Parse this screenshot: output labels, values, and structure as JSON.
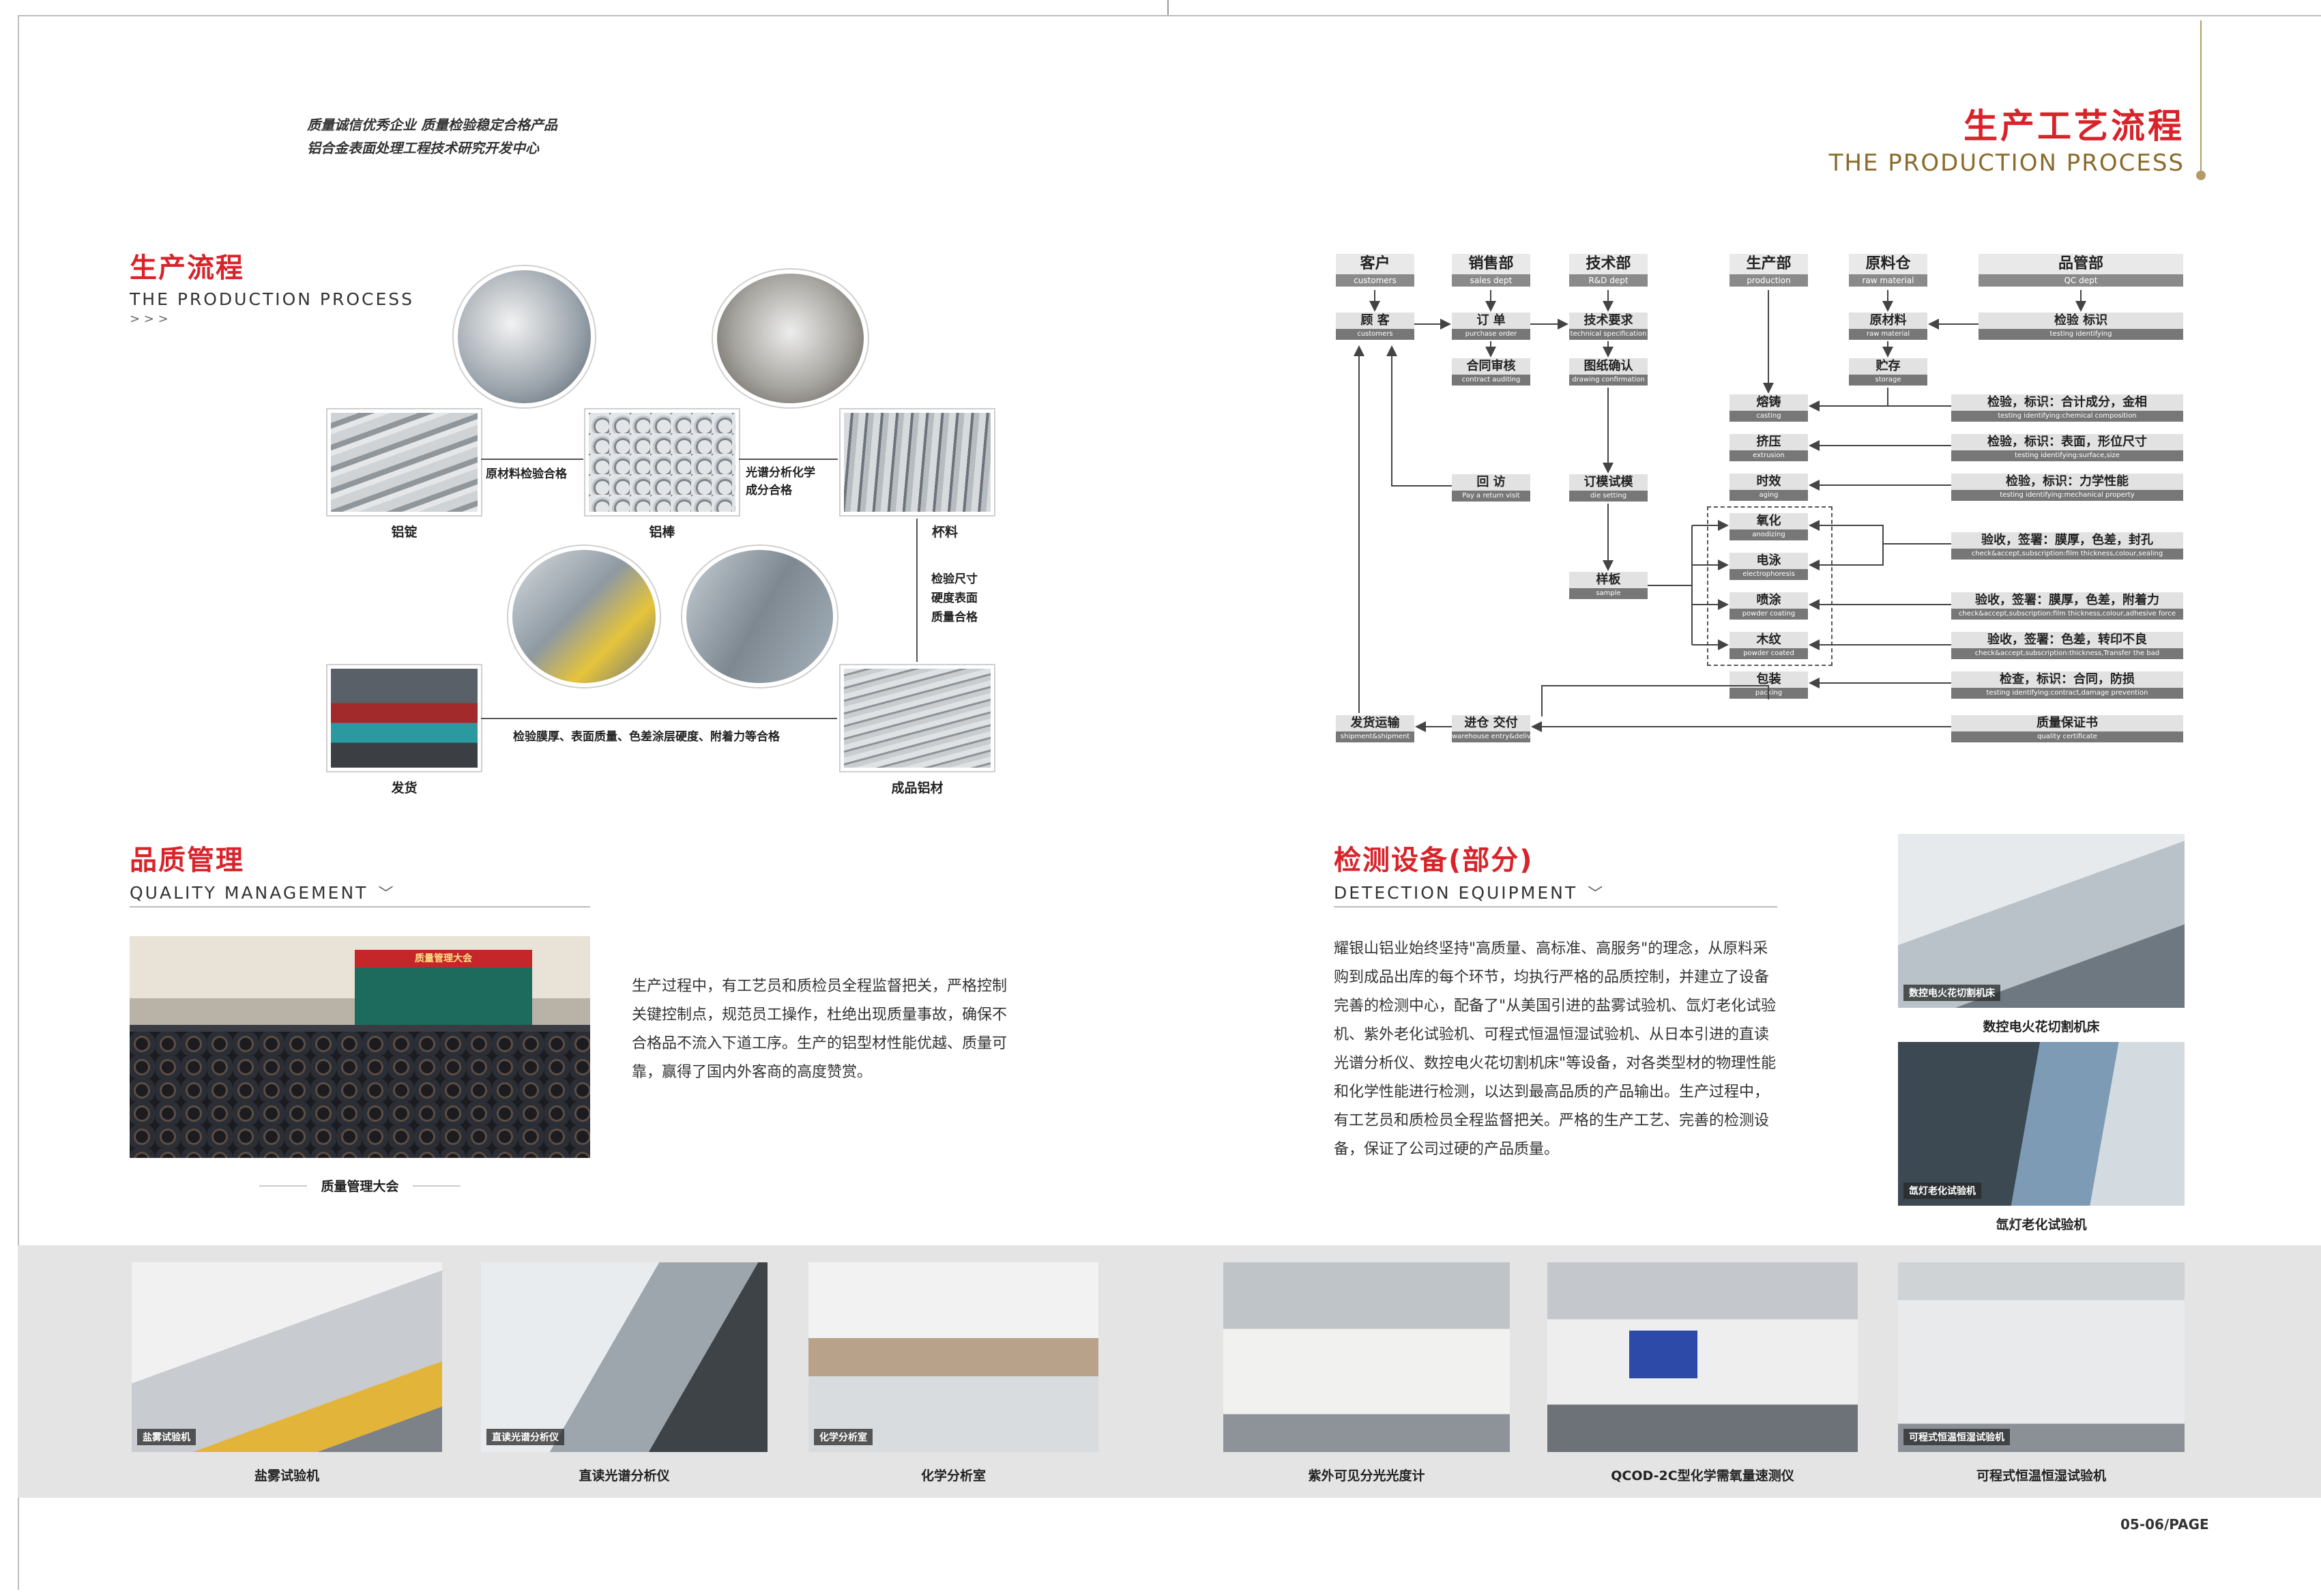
{
  "slogan": {
    "line1": "质量诚信优秀企业  质量检验稳定合格产品",
    "line2": "铝合金表面处理工程技术研究开发中心"
  },
  "page_header": {
    "cn": "生产工艺流程",
    "en": "THE PRODUCTION PROCESS"
  },
  "production": {
    "title_cn": "生产流程",
    "title_en": "THE PRODUCTION PROCESS",
    "chevrons": "> > >",
    "captions": {
      "ingot": "铝锭",
      "rod": "铝棒",
      "stock": "杯料",
      "shipping": "发货",
      "finished": "成品铝材"
    },
    "labels": {
      "raw_check": "原材料检验合格",
      "spectro_l1": "光谱分析化学",
      "spectro_l2": "成分合格",
      "dim_l1": "检验尺寸",
      "dim_l2": "硬度表面",
      "dim_l3": "质量合格",
      "final_check": "检验膜厚、表面质量、色差涂层硬度、附着力等合格"
    }
  },
  "quality": {
    "title_cn": "品质管理",
    "title_en": "QUALITY MANAGEMENT",
    "chevron": "﹀",
    "photo_caption": "质量管理大会",
    "banner": "质量管理大会",
    "paragraph": "生产过程中，有工艺员和质检员全程监督把关，严格控制关键控制点，规范员工操作，杜绝出现质量事故，确保不合格品不流入下道工序。生产的铝型材性能优越、质量可靠，赢得了国内外客商的高度赞赏。"
  },
  "detection": {
    "title_cn": "检测设备(部分)",
    "title_en": "DETECTION EQUIPMENT",
    "chevron": "﹀",
    "paragraph": "耀银山铝业始终坚持\"高质量、高标准、高服务\"的理念，从原料采购到成品出库的每个环节，均执行严格的品质控制，并建立了设备完善的检测中心，配备了\"从美国引进的盐雾试验机、氙灯老化试验机、紫外老化试验机、可程式恒温恒湿试验机、从日本引进的直读光谱分析仪、数控电火花切割机床\"等设备，对各类型材的物理性能和化学性能进行检测，以达到最高品质的产品输出。生产过程中，有工艺员和质检员全程监督把关。严格的生产工艺、完善的检测设备，保证了公司过硬的产品质量。",
    "side": [
      {
        "tag": "数控电火花切割机床",
        "caption": "数控电火花切割机床"
      },
      {
        "tag": "氙灯老化试验机",
        "caption": "氙灯老化试验机"
      }
    ]
  },
  "flow": {
    "depts": [
      {
        "cn": "客户",
        "en": "customers"
      },
      {
        "cn": "销售部",
        "en": "sales dept"
      },
      {
        "cn": "技术部",
        "en": "R&D dept"
      },
      {
        "cn": "生产部",
        "en": "production"
      },
      {
        "cn": "原料仓",
        "en": "raw material"
      },
      {
        "cn": "品管部",
        "en": "QC dept"
      }
    ],
    "nodes": {
      "customer": {
        "cn": "顾 客",
        "en": "customers"
      },
      "order": {
        "cn": "订 单",
        "en": "purchase order"
      },
      "contract": {
        "cn": "合同审核",
        "en": "contract auditing"
      },
      "tech": {
        "cn": "技术要求",
        "en": "technical specification"
      },
      "drawing": {
        "cn": "图纸确认",
        "en": "drawing confirmation"
      },
      "die": {
        "cn": "订模试模",
        "en": "die setting"
      },
      "sample": {
        "cn": "样板",
        "en": "sample"
      },
      "return": {
        "cn": "回 访",
        "en": "Pay a return visit"
      },
      "raw": {
        "cn": "原材料",
        "en": "raw material"
      },
      "storage": {
        "cn": "贮存",
        "en": "storage"
      },
      "qc_id": {
        "cn": "检验 标识",
        "en": "testing identifying"
      },
      "casting": {
        "cn": "熔铸",
        "en": "casting"
      },
      "extrusion": {
        "cn": "挤压",
        "en": "extrusion"
      },
      "aging": {
        "cn": "时效",
        "en": "aging"
      },
      "anodizing": {
        "cn": "氧化",
        "en": "anodizing"
      },
      "electro": {
        "cn": "电泳",
        "en": "electrophoresis"
      },
      "powder": {
        "cn": "喷涂",
        "en": "powder coating"
      },
      "wood": {
        "cn": "木纹",
        "en": "powder coated"
      },
      "packing": {
        "cn": "包装",
        "en": "packing"
      },
      "warehouse": {
        "cn": "进仓 交付",
        "en": "warehouse entry&delivery"
      },
      "shipment": {
        "cn": "发货运输",
        "en": "shipment&shipment"
      }
    },
    "checks": [
      {
        "cn": "检验，标识：合计成分，金相",
        "en": "testing identifying:chemical composition"
      },
      {
        "cn": "检验，标识：表面，形位尺寸",
        "en": "testing identifying:surface,size"
      },
      {
        "cn": "检验，标识：力学性能",
        "en": "testing identifying:mechanical property"
      },
      {
        "cn": "验收，签署：膜厚，色差，封孔",
        "en": "check&accept,subscription:film thickness,colour,sealing"
      },
      {
        "cn": "验收，签署：膜厚，色差，附着力",
        "en": "check&accept,subscription:film thickness,colour,adhesive force"
      },
      {
        "cn": "验收，签署：色差，转印不良",
        "en": "check&accept,subscription:thickness,Transfer the bad"
      },
      {
        "cn": "检查，标识：合同，防损",
        "en": "testing identifying:contract,damage prevention"
      },
      {
        "cn": "质量保证书",
        "en": "quality certificate"
      }
    ]
  },
  "equipment": [
    {
      "tag": "盐雾试验机",
      "caption": "盐雾试验机"
    },
    {
      "tag": "直读光谱分析仪",
      "caption": "直读光谱分析仪"
    },
    {
      "tag": "化学分析室",
      "caption": "化学分析室"
    },
    {
      "tag": "",
      "caption": "紫外可见分光光度计"
    },
    {
      "tag": "",
      "caption": "QCOD-2C型化学需氧量速测仪"
    },
    {
      "tag": "可程式恒温恒湿试验机",
      "caption": "可程式恒温恒湿试验机"
    }
  ],
  "page_number": "05-06/PAGE",
  "colors": {
    "accent": "#d8232a",
    "gold": "#8b6a2b",
    "band": "#e4e4e4"
  }
}
